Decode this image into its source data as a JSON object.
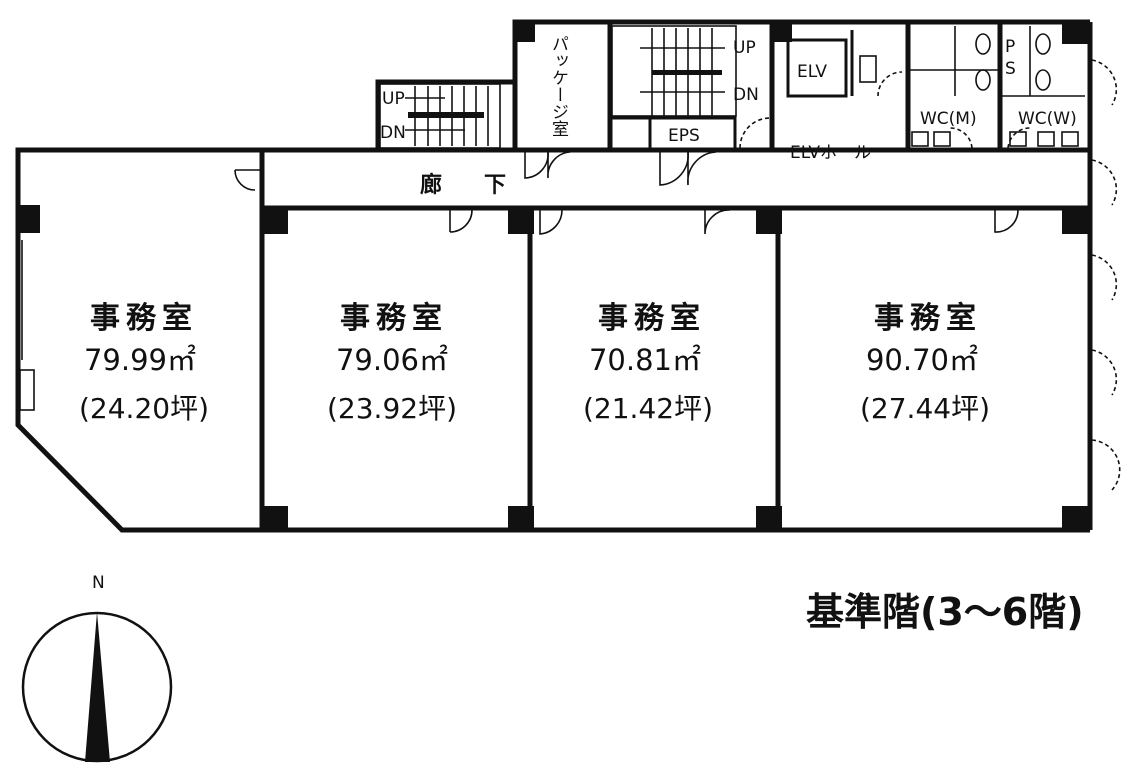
{
  "plan": {
    "title": "基準階(3〜6階)",
    "north": "N",
    "corridor": "廊　下",
    "rooms": [
      {
        "name": "事務室",
        "area": "79.99㎡",
        "tsubo": "(24.20坪)"
      },
      {
        "name": "事務室",
        "area": "79.06㎡",
        "tsubo": "(23.92坪)"
      },
      {
        "name": "事務室",
        "area": "70.81㎡",
        "tsubo": "(21.42坪)"
      },
      {
        "name": "事務室",
        "area": "90.70㎡",
        "tsubo": "(27.44坪)"
      }
    ],
    "labels": {
      "package_room": "パッケージ室",
      "up": "UP",
      "dn": "DN",
      "eps": "EPS",
      "elv": "ELV",
      "elv_hall": "ELVホール",
      "wc_m": "WC(M)",
      "wc_w": "WC(W)",
      "ps_p": "P",
      "ps_s": "S"
    }
  }
}
